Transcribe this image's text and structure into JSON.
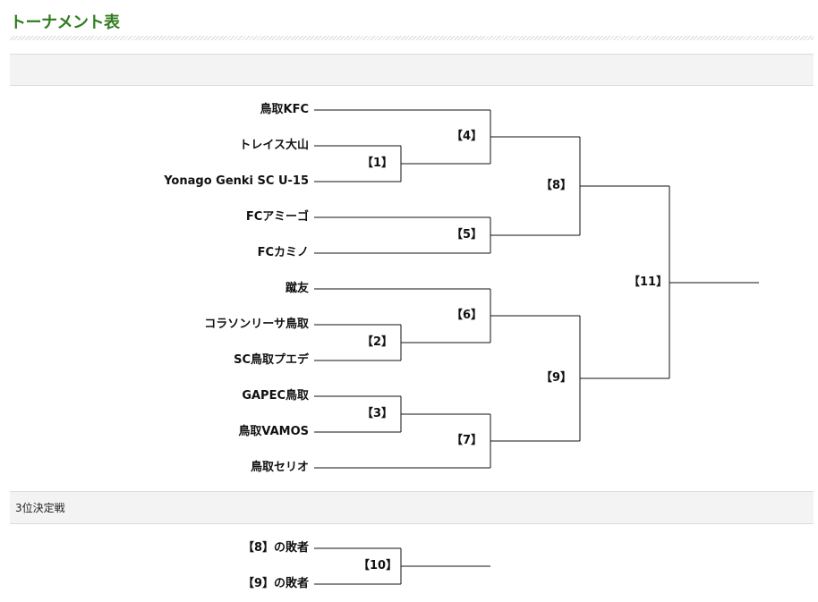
{
  "page": {
    "title": "トーナメント表"
  },
  "sections": {
    "main": "",
    "third_place": "3位決定戦"
  },
  "teams": [
    "鳥取KFC",
    "トレイス大山",
    "Yonago Genki SC U-15",
    "FCアミーゴ",
    "FCカミノ",
    "蹴友",
    "コラソンリーサ鳥取",
    "SC鳥取プエデ",
    "GAPEC鳥取",
    "鳥取VAMOS",
    "鳥取セリオ"
  ],
  "matches": [
    "【1】",
    "【2】",
    "【3】",
    "【4】",
    "【5】",
    "【6】",
    "【7】",
    "【8】",
    "【9】",
    "【10】",
    "【11】"
  ],
  "third_place_entries": [
    "【8】の敗者",
    "【9】の敗者"
  ]
}
